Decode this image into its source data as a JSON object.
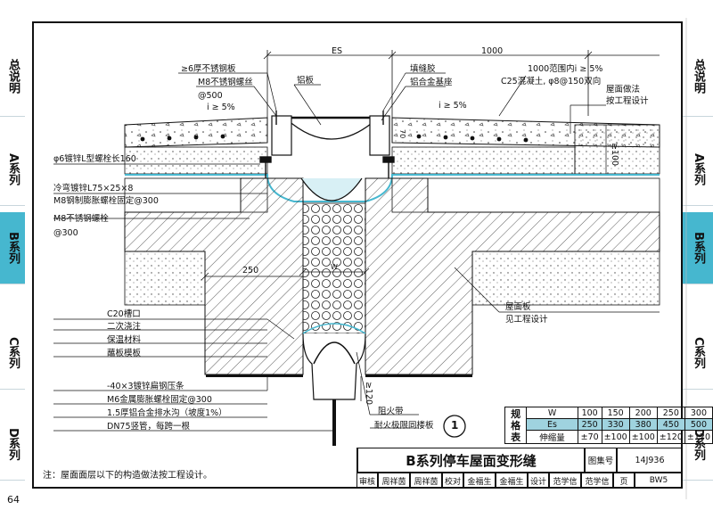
{
  "side_tabs": [
    {
      "label": "总说明",
      "active": false
    },
    {
      "label": "A系列",
      "active": false
    },
    {
      "label": "B系列",
      "active": true
    },
    {
      "label": "C系列",
      "active": false
    },
    {
      "label": "D系列",
      "active": false
    }
  ],
  "dimensions": {
    "es": "ES",
    "d1000": "1000",
    "d250": "250",
    "w": "W",
    "d100": "≥100",
    "d70": "70",
    "d120": "≥120"
  },
  "labels": {
    "steel_plate": "≥6厚不锈钢板",
    "m8_screw": "M8不锈钢螺丝",
    "at500": "@500",
    "slope_left": "i ≥ 5%",
    "aluminum_plate": "铝板",
    "sealant": "填缝胶",
    "al_base": "铝合金基座",
    "range_slope": "1000范围内i ≥ 5%",
    "concrete": "C25混凝土, φ8@150双向",
    "slope_right": "i ≥ 5%",
    "roof_method_1": "屋面做法",
    "roof_method_2": "按工程设计",
    "l_bolt": "φ6镀锌L型螺栓长160",
    "angle_steel": "冷弯镀锌L75×25×8",
    "m8_anchor": "M8钢制膨胀螺栓固定@300",
    "m8_bolt": "M8不锈钢螺栓",
    "at300": "@300",
    "c20_groove": "C20槽口",
    "second_pour": "二次浇注",
    "insulation": "保温材料",
    "ffe_board": "蘸板模板",
    "roof_slab_1": "屋面板",
    "roof_slab_2": "见工程设计",
    "flat_steel": "-40×3镀锌扁钢压条",
    "m6_anchor": "M6金属膨胀螺栓固定@300",
    "al_gutter": "1.5厚铝合金排水沟（坡度1%）",
    "dn75": "DN75竖管，每跨一根",
    "fire_belt": "阻火带",
    "fire_board": "耐火极限同楼板",
    "detail_no": "1"
  },
  "spec_table": {
    "header": "规格表",
    "rows": [
      {
        "name": "W",
        "values": [
          "100",
          "150",
          "200",
          "250",
          "300"
        ]
      },
      {
        "name": "Es",
        "values": [
          "250",
          "330",
          "380",
          "450",
          "500"
        ]
      },
      {
        "name": "伸缩量",
        "values": [
          "±70",
          "±100",
          "±100",
          "±120",
          "±120"
        ]
      }
    ]
  },
  "title_block": {
    "title": "B系列停车屋面变形缝",
    "atlas_label": "图集号",
    "atlas_no": "14J936",
    "page_label": "页",
    "page_no": "BW5",
    "sign_row": [
      "审核",
      "周祥茵",
      "周祥茵",
      "校对",
      "金福生",
      "金福生",
      "设计",
      "范学信",
      "范学信"
    ]
  },
  "note": "注：屋面面层以下的构造做法按工程设计。",
  "page_number": "64",
  "colors": {
    "accent_blue": "#46b7cf",
    "membrane_cyan": "#6fd0e0",
    "highlight": "#9fd3df"
  }
}
